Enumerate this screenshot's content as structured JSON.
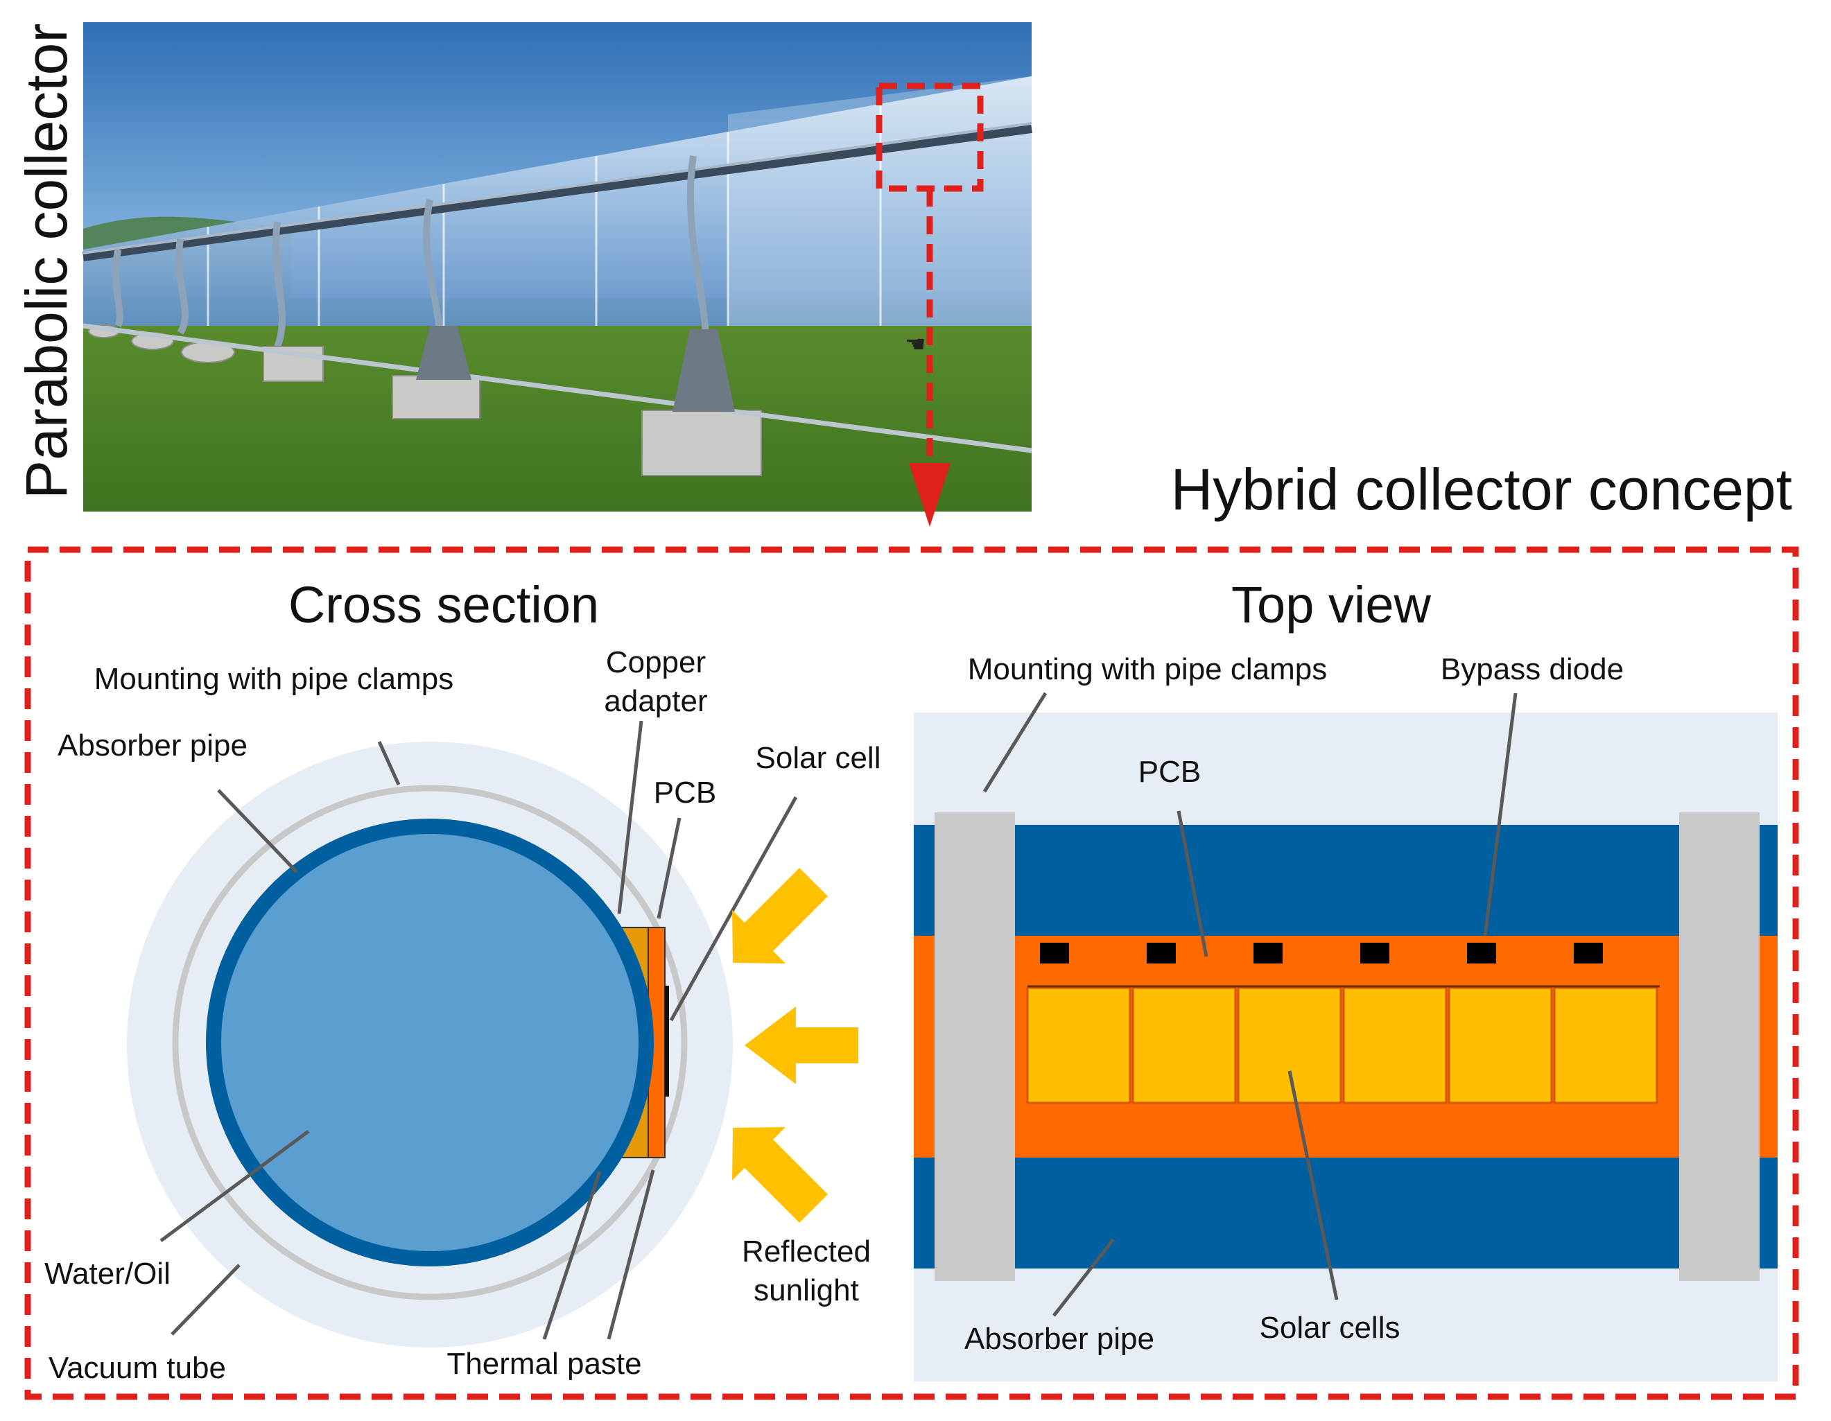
{
  "photo": {
    "vertical_title": "Parabolic collector"
  },
  "concept_title": "Hybrid collector concept",
  "cross_section": {
    "title": "Cross section",
    "labels": {
      "mounting": "Mounting with pipe clamps",
      "absorber_pipe": "Absorber pipe",
      "copper_line1": "Copper",
      "copper_line2": "adapter",
      "pcb": "PCB",
      "solar_cell": "Solar cell",
      "water_oil": "Water/Oil",
      "vacuum_tube": "Vacuum tube",
      "thermal_paste": "Thermal paste",
      "reflected_line1": "Reflected",
      "reflected_line2": "sunlight"
    }
  },
  "top_view": {
    "title": "Top view",
    "labels": {
      "mounting": "Mounting with pipe clamps",
      "bypass_diode": "Bypass diode",
      "pcb": "PCB",
      "absorber_pipe": "Absorber pipe",
      "solar_cells": "Solar cells"
    },
    "solar_cell_count": 6,
    "bypass_diode_count": 6
  },
  "colors": {
    "dashed_frame": "#e0201b",
    "absorber_blue": "#005f9e",
    "water_blue": "#5b9fd1",
    "vacuum_tube": "#e6edf5",
    "pcb_orange": "#ff6a00",
    "copper_adapter": "#e3990a",
    "solar_cell_yellow": "#ffbf00",
    "arrow_yellow": "#ffc000",
    "clamp_gray": "#c8c8c8"
  }
}
